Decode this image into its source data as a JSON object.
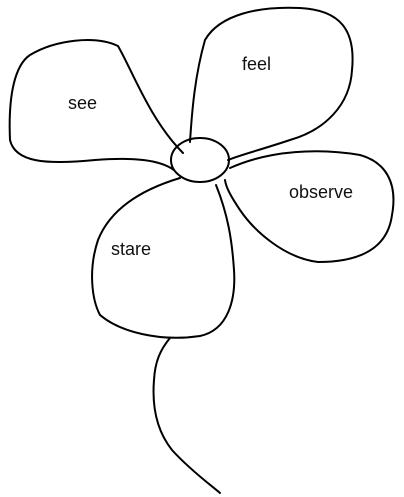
{
  "diagram": {
    "petals": [
      {
        "id": "see",
        "label": "see"
      },
      {
        "id": "feel",
        "label": "feel"
      },
      {
        "id": "observe",
        "label": "observe"
      },
      {
        "id": "stare",
        "label": "stare"
      }
    ],
    "ink_color": "#000000",
    "background": "#ffffff"
  }
}
